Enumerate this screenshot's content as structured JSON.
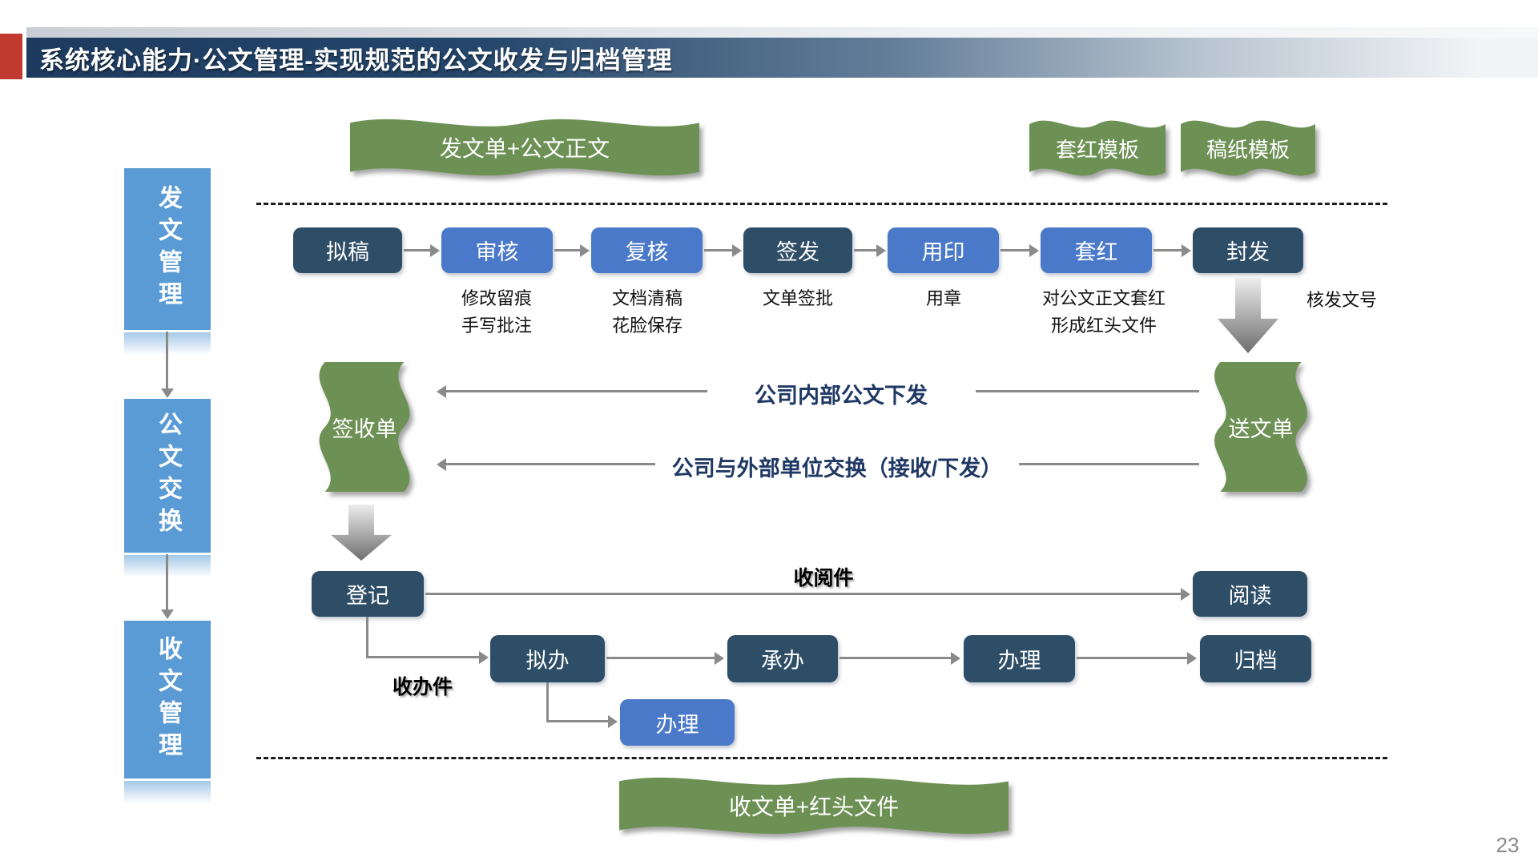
{
  "slide": {
    "title": "系统核心能力·公文管理-实现规范的公文收发与归档管理",
    "page_number": "23"
  },
  "colors": {
    "accent_red": "#c13a30",
    "title_bar_blue": "#1d3b5f",
    "sidebar_blue": "#5b9bd5",
    "dark_box_navy": "#2e4d66",
    "light_box_blue": "#4a79c9",
    "banner_green": "#6d9154",
    "arrow_gray": "#8a8a8a",
    "label_navy": "#1f3864"
  },
  "sidebar": {
    "items": [
      {
        "label": "发文管理"
      },
      {
        "label": "公文交换"
      },
      {
        "label": "收文管理"
      }
    ]
  },
  "banners": {
    "send_doc": "发文单+公文正文",
    "red_header_template": "套红模板",
    "draft_paper_template": "稿纸模板",
    "receive_doc": "收文单+红头文件"
  },
  "send_flow": {
    "steps": [
      {
        "label": "拟稿",
        "variant": "dark"
      },
      {
        "label": "审核",
        "variant": "light"
      },
      {
        "label": "复核",
        "variant": "light"
      },
      {
        "label": "签发",
        "variant": "dark"
      },
      {
        "label": "用印",
        "variant": "light"
      },
      {
        "label": "套红",
        "variant": "light"
      },
      {
        "label": "封发",
        "variant": "dark"
      }
    ],
    "captions": {
      "shenhe": [
        "修改留痕",
        "手写批注"
      ],
      "fuhe": [
        "文档清稿",
        "花脸保存"
      ],
      "qianfa": [
        "文单签批"
      ],
      "yongyin": [
        "用章"
      ],
      "taohong": [
        "对公文正文套红",
        "形成红头文件"
      ],
      "fengfa": [
        "核发文号"
      ]
    }
  },
  "exchange": {
    "sign_flag": "签收单",
    "send_flag": "送文单",
    "internal_label": "公司内部公文下发",
    "external_label": "公司与外部单位交换（接收/下发）"
  },
  "receive_flow": {
    "register": "登记",
    "read": "阅读",
    "read_branch_label": "收阅件",
    "handle_branch_label": "收办件",
    "steps": [
      {
        "label": "拟办"
      },
      {
        "label": "承办"
      },
      {
        "label": "办理"
      },
      {
        "label": "归档"
      }
    ],
    "sub_handle": "办理"
  }
}
